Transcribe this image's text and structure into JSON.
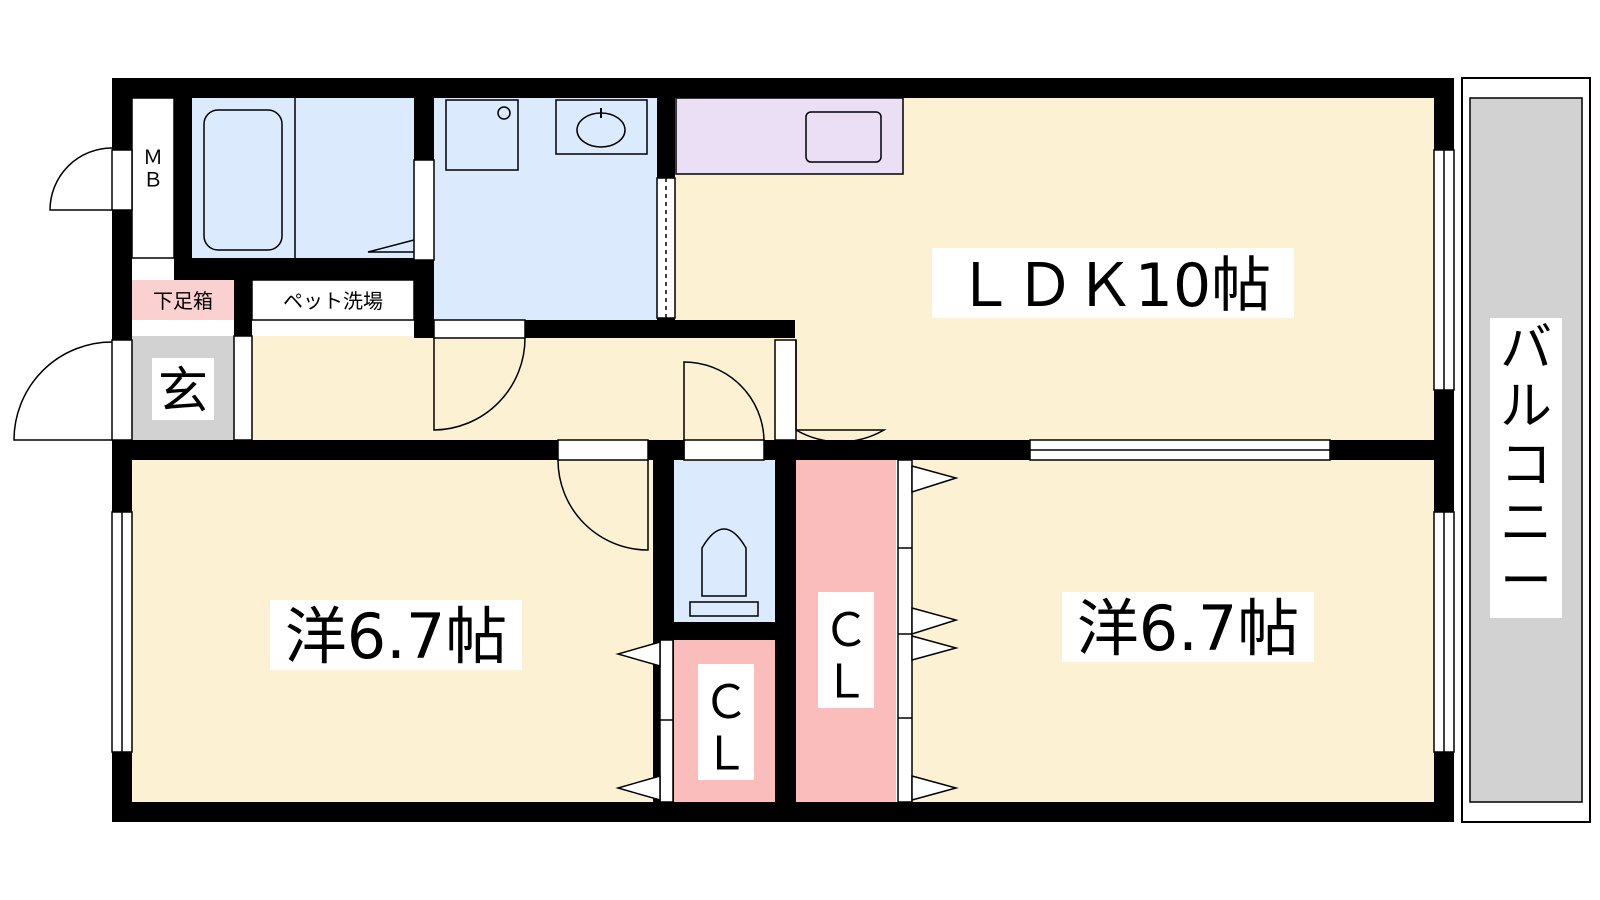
{
  "rooms": {
    "ldk": "ＬＤＫ10帖",
    "western_left": "洋6.7帖",
    "western_right": "洋6.7帖",
    "closet_left": "Ｃ\nＬ",
    "closet_center": "Ｃ\nＬ",
    "entrance": "玄",
    "shoe_box": "下足箱",
    "pet_wash": "ペット洗場",
    "meter_box": "Ｍ\nＢ",
    "balcony": "バルコニー"
  },
  "colors": {
    "room_floor": "#fdf1d3",
    "wet_area": "#dbeafc",
    "kitchen": "#eadff5",
    "closet": "#fbbcbc",
    "entrance": "#d2d2d2",
    "balcony": "#d2d2d2",
    "shoe_box": "#fbd0d0",
    "wall": "#000000"
  }
}
